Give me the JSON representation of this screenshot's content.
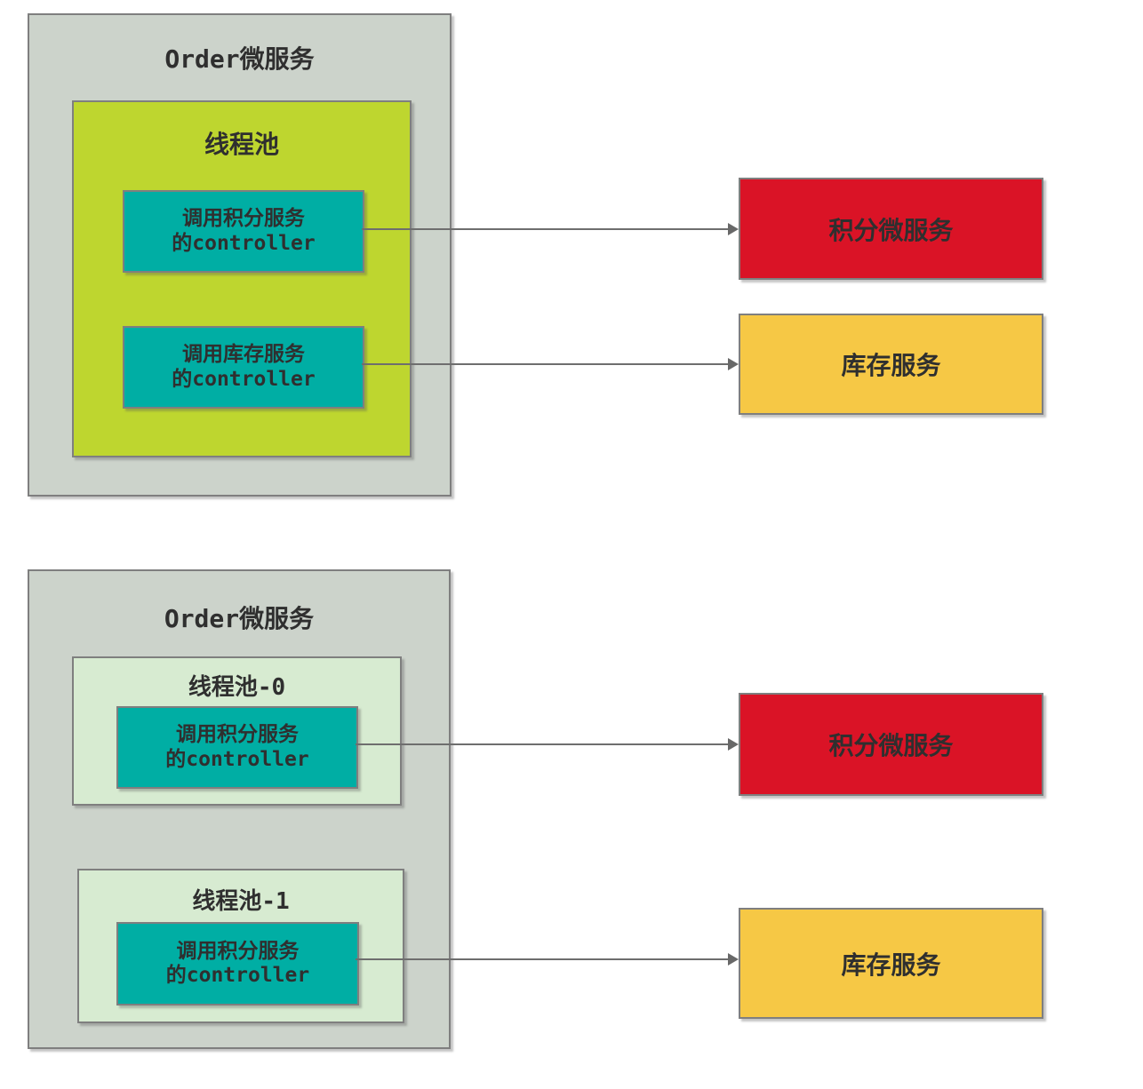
{
  "colors": {
    "container_fill": "#ccd3cb",
    "container_border": "#7f7f7f",
    "thread_pool_fill": "#bed62f",
    "thread_pool_light_fill": "#d7ebd1",
    "controller_fill": "#00aea4",
    "points_service_fill": "#da1326",
    "inventory_service_fill": "#f6c845",
    "arrow_color": "#6e6e6e",
    "text_color": "#2f2f2f"
  },
  "top_diagram": {
    "order_service": {
      "title": "Order微服务"
    },
    "thread_pool": {
      "title": "线程池"
    },
    "controllers": [
      {
        "line1": "调用积分服务",
        "line2": "的controller"
      },
      {
        "line1": "调用库存服务",
        "line2": "的controller"
      }
    ],
    "services": [
      {
        "label": "积分微服务"
      },
      {
        "label": "库存服务"
      }
    ]
  },
  "bottom_diagram": {
    "order_service": {
      "title": "Order微服务"
    },
    "thread_pools": [
      {
        "title": "线程池-0",
        "controller": {
          "line1": "调用积分服务",
          "line2": "的controller"
        }
      },
      {
        "title": "线程池-1",
        "controller": {
          "line1": "调用积分服务",
          "line2": "的controller"
        }
      }
    ],
    "services": [
      {
        "label": "积分微服务"
      },
      {
        "label": "库存服务"
      }
    ]
  }
}
